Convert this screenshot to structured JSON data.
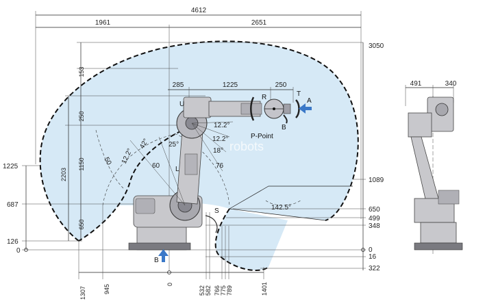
{
  "colors": {
    "envelope_fill": "#d6e9f6",
    "robot_body": "#c8c8cc",
    "robot_dark": "#7a7a80",
    "accent_arrow": "#3a78c8"
  },
  "top_dims": {
    "overall": "4612",
    "left": "1961",
    "right": "2651"
  },
  "arm_dims": {
    "a": "285",
    "b": "1225",
    "c": "250"
  },
  "left_vertical": {
    "v153": "153",
    "v250": "250",
    "v2203": "2203",
    "v1150": "1150",
    "v650": "650"
  },
  "left_heights": [
    "1225",
    "687",
    "126",
    "0"
  ],
  "right_heights": [
    "3050",
    "1089",
    "650",
    "499",
    "348",
    "0",
    "16",
    "322"
  ],
  "bottom_dims": [
    "1307",
    "945",
    "0",
    "532",
    "582",
    "766",
    "775",
    "789",
    "1401"
  ],
  "angles": {
    "a1": "12.2°",
    "a2": "12.2°",
    "a3": "18°",
    "a4": "76",
    "a5": "42°",
    "a6": "25°",
    "a7": "12.2°",
    "a8": "60",
    "a9": "50",
    "a10": "142.5°"
  },
  "axis_labels": {
    "u": "U",
    "r": "R",
    "t": "T",
    "b": "B",
    "l": "L",
    "s": "S",
    "p_point": "P-Point",
    "view_a": "A",
    "view_b": "B"
  },
  "side_view_dims": {
    "d1": "491",
    "d2": "340"
  },
  "watermark": "robots"
}
